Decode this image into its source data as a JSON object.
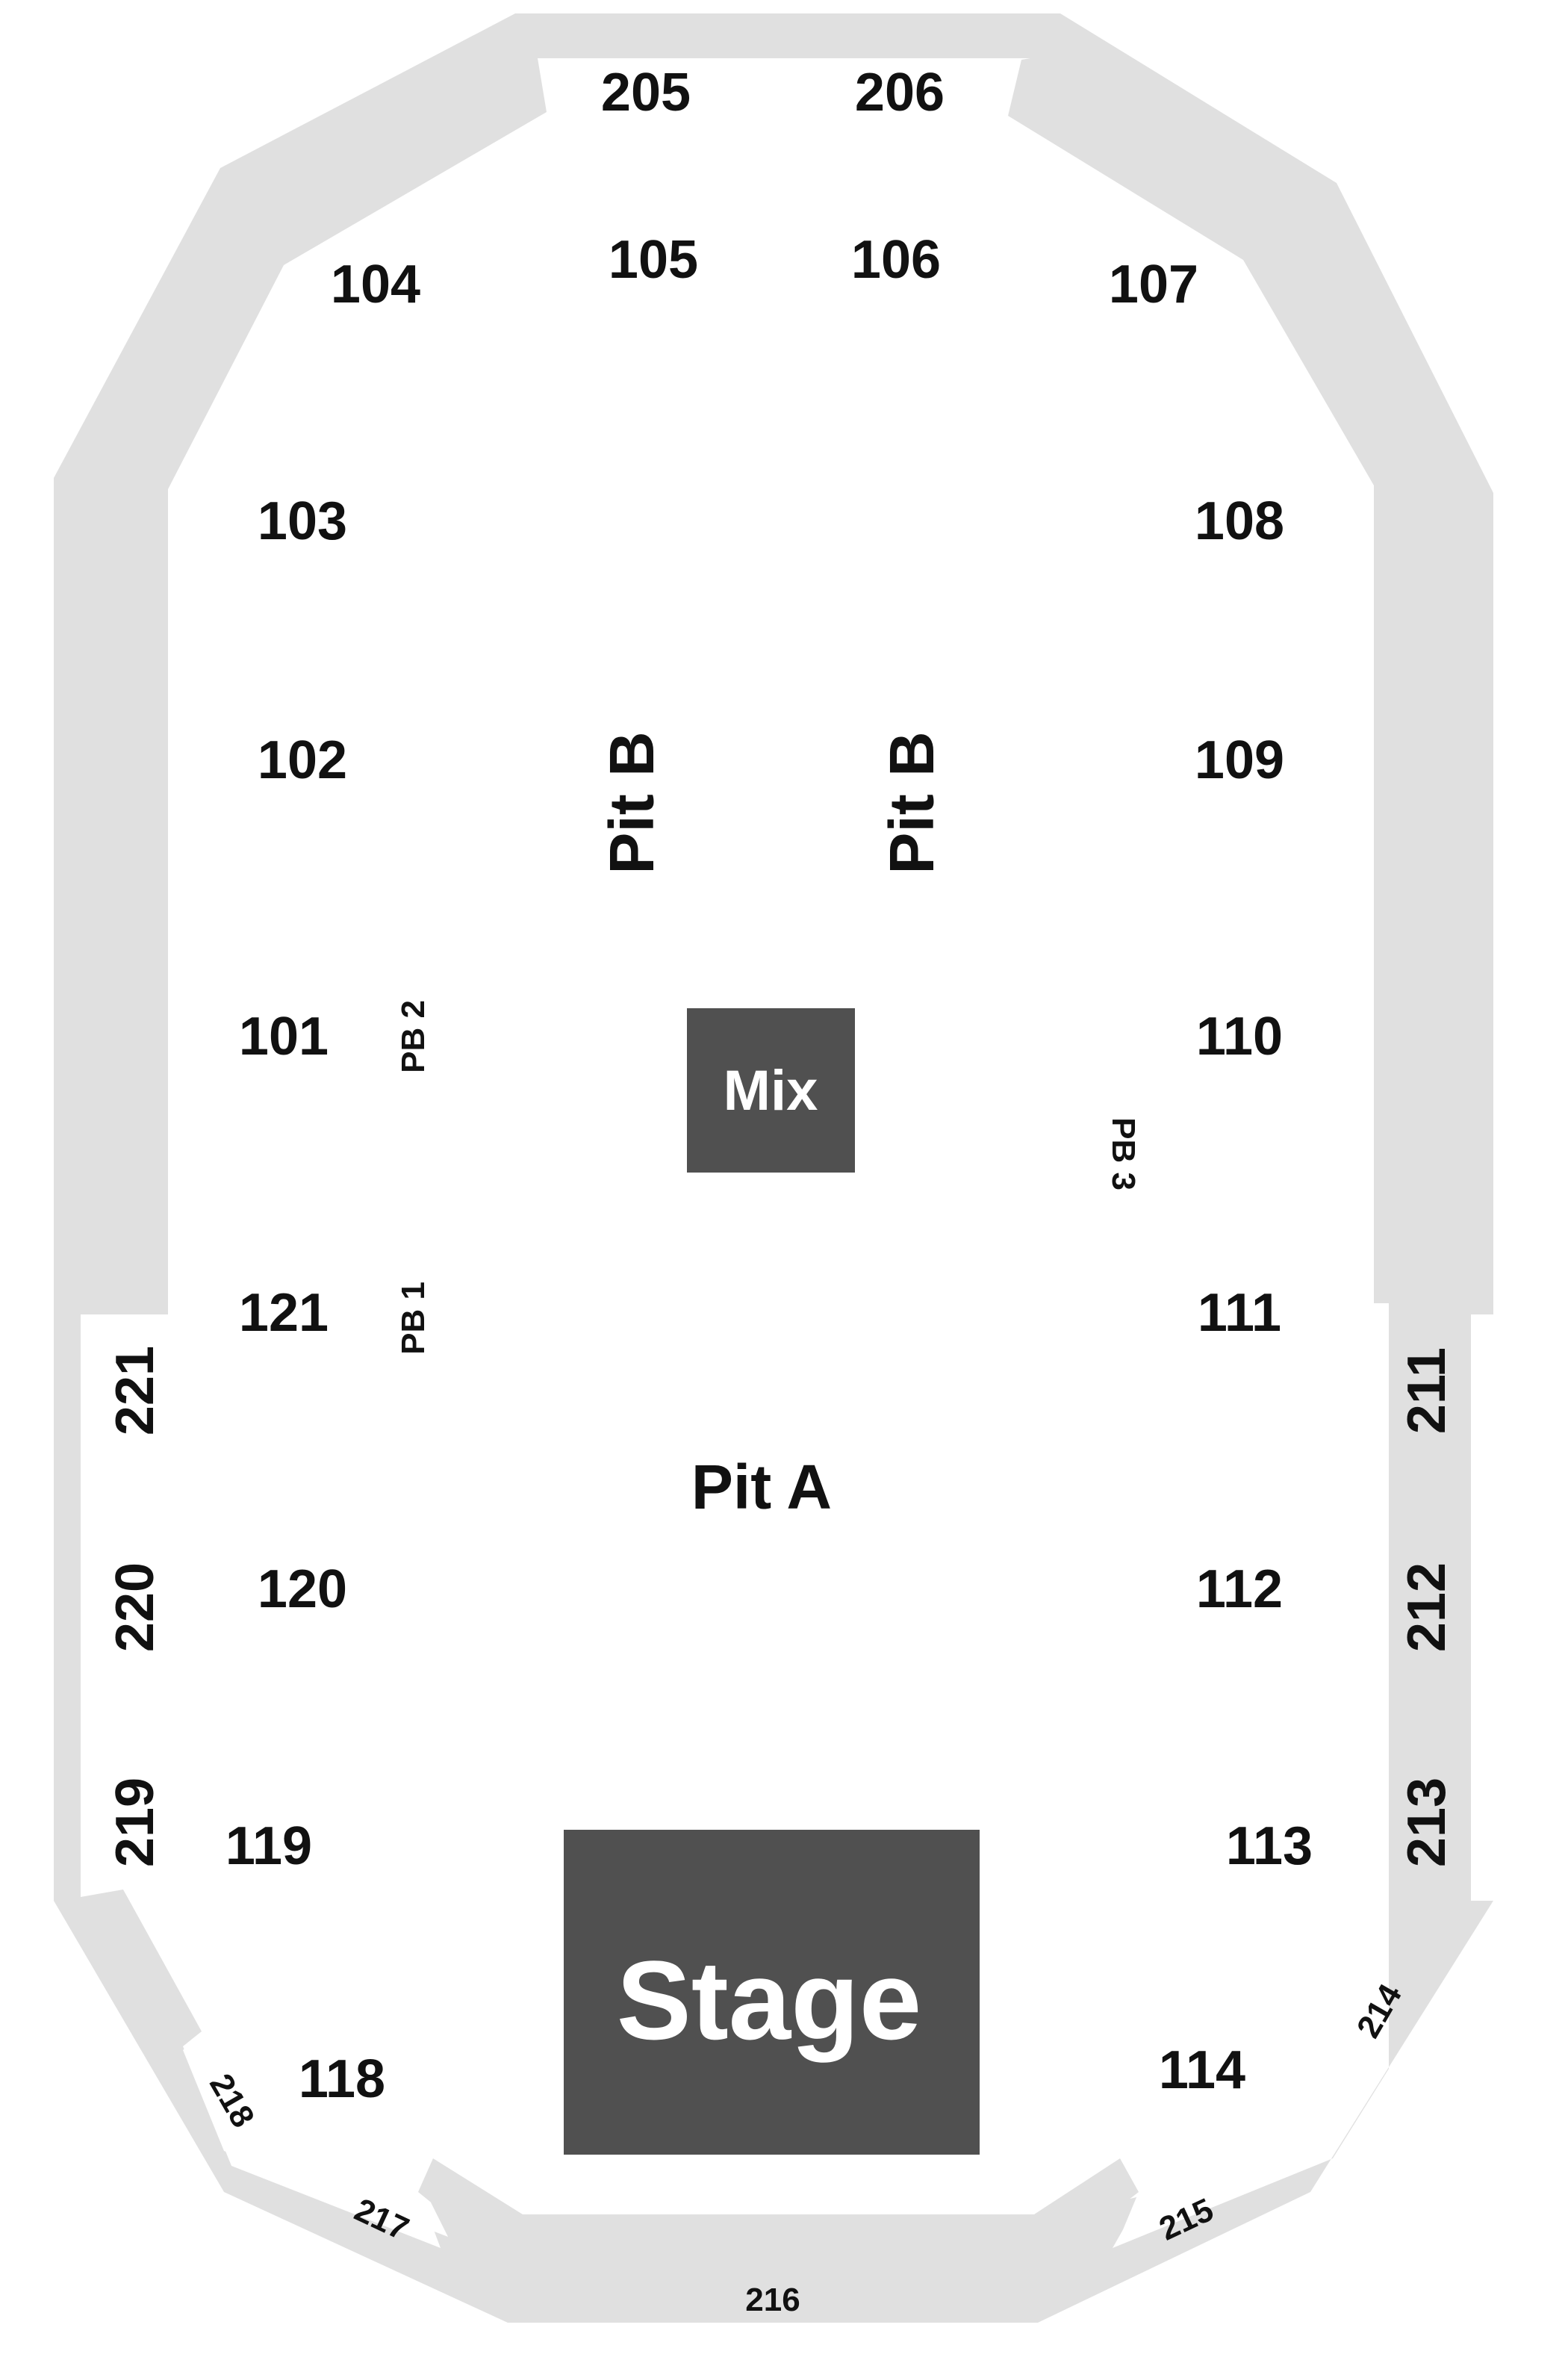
{
  "colors": {
    "background": "#ffffff",
    "concourse": "#e0e0e0",
    "stage_block": "#505050",
    "mix_block": "#505050",
    "label_text": "#111111",
    "block_text": "#ffffff"
  },
  "stage": {
    "label": "Stage"
  },
  "mix": {
    "label": "Mix"
  },
  "pits": {
    "pit_a": "Pit A",
    "pit_b_left": "Pit B",
    "pit_b_right": "Pit B"
  },
  "partial_boxes": {
    "pb1": "PB 1",
    "pb2": "PB 2",
    "pb3": "PB 3"
  },
  "sections_100": {
    "s101": "101",
    "s102": "102",
    "s103": "103",
    "s104": "104",
    "s105": "105",
    "s106": "106",
    "s107": "107",
    "s108": "108",
    "s109": "109",
    "s110": "110",
    "s111": "111",
    "s112": "112",
    "s113": "113",
    "s114": "114",
    "s118": "118",
    "s119": "119",
    "s120": "120",
    "s121": "121"
  },
  "sections_200": {
    "s205": "205",
    "s206": "206",
    "s211": "211",
    "s212": "212",
    "s213": "213",
    "s214": "214",
    "s215": "215",
    "s216": "216",
    "s217": "217",
    "s218": "218",
    "s219": "219",
    "s220": "220",
    "s221": "221"
  }
}
